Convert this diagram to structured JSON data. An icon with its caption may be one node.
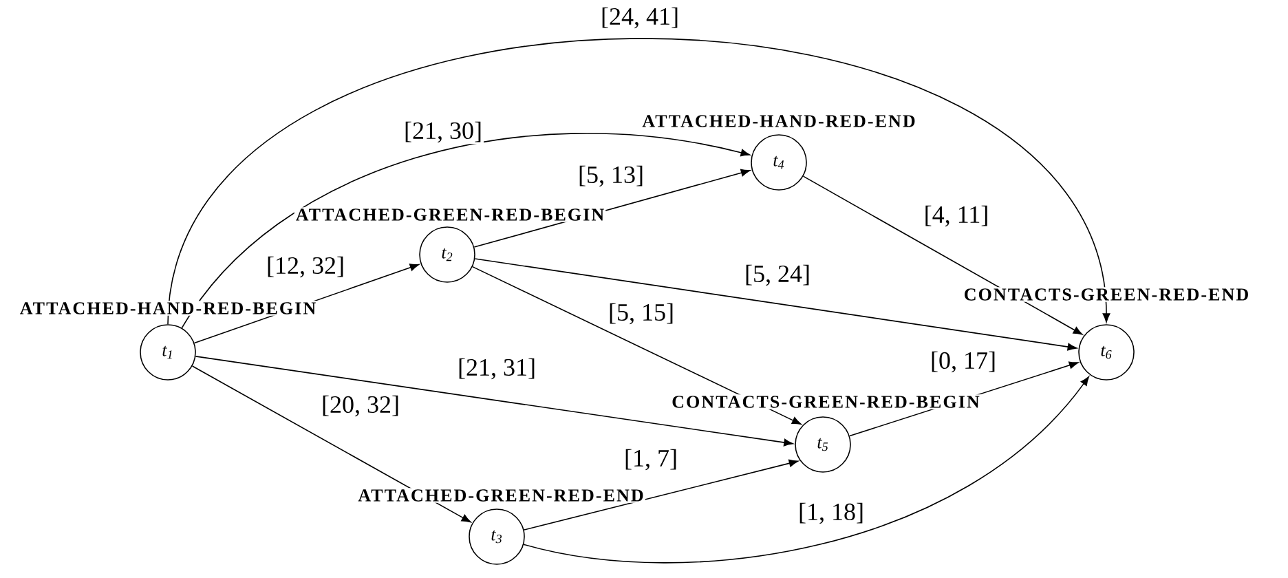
{
  "diagram": {
    "nodes": [
      {
        "text": [
          "t$_{1}$"
        ],
        "beside": [
          "ATTACHED-HAND-RED-BEGIN"
        ]
      },
      {
        "text": [
          "t$_{2}$"
        ],
        "beside": [
          "ATTACHED-GREEN-RED-BEGIN"
        ]
      },
      {
        "text": [
          "t$_{3}$"
        ],
        "beside": [
          "ATTACHED-GREEN-RED-END"
        ]
      },
      {
        "text": [
          "t$_{4}$"
        ],
        "beside": [
          "ATTACHED-HAND-RED-END"
        ]
      },
      {
        "text": [
          "t$_{5}$"
        ],
        "beside": [
          "CONTACTS-GREEN-RED-BEGIN"
        ]
      },
      {
        "text": [
          "t$_{6}$"
        ],
        "beside": [
          "CONTACTS-GREEN-RED-END"
        ]
      }
    ],
    "edges": [
      {
        "from": 0,
        "to": 1,
        "arrow": "to",
        "label": "[12, 32]"
      },
      {
        "from": 0,
        "to": 3,
        "arrow": "to",
        "label": "[21, 30]"
      },
      {
        "from": 0,
        "to": 5,
        "arrow": "to",
        "label": "[24, 41]"
      },
      {
        "from": 0,
        "to": 4,
        "arrow": "to",
        "label": "[21, 31]"
      },
      {
        "from": 0,
        "to": 2,
        "arrow": "to",
        "label": "[20, 32]"
      },
      {
        "from": 1,
        "to": 3,
        "arrow": "to",
        "label": "[5, 13]"
      },
      {
        "from": 1,
        "to": 5,
        "arrow": "to",
        "label": "[5, 24]"
      },
      {
        "from": 1,
        "to": 4,
        "arrow": "to",
        "label": "[5, 15]"
      },
      {
        "from": 3,
        "to": 5,
        "arrow": "to",
        "label": "[4, 11]"
      },
      {
        "from": 2,
        "to": 4,
        "arrow": "to",
        "label": "[1, 7]"
      },
      {
        "from": 2,
        "to": 5,
        "arrow": "to",
        "label": "[1, 18]"
      },
      {
        "from": 4,
        "to": 5,
        "arrow": "to",
        "label": "[0, 17]"
      }
    ]
  }
}
